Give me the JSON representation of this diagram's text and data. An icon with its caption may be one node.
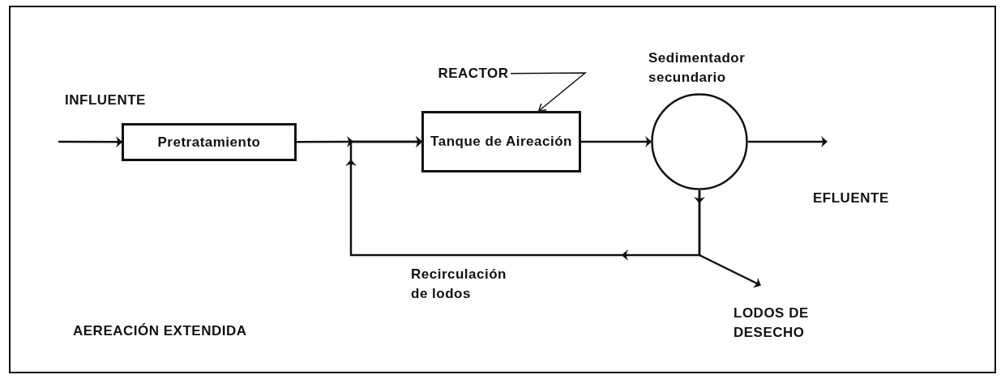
{
  "diagram": {
    "nodes": [
      {
        "text": [
          "Pretratamiento"
        ]
      },
      {
        "text": [
          "Tanque de Aireación"
        ]
      },
      {
        "text": [],
        "shape": "circle",
        "beside": [
          "Sedimentador secundario"
        ]
      },
      {
        "text": [
          "REACTOR"
        ]
      }
    ],
    "edges": [
      {
        "from": null,
        "to": 0,
        "arrow": "to"
      },
      {
        "from": 0,
        "to": 1,
        "arrow": "to"
      },
      {
        "from": 1,
        "to": 2,
        "arrow": "to"
      },
      {
        "from": 2,
        "to": null,
        "arrow": "to"
      },
      {
        "from": 2,
        "to": 1,
        "arrow": "to",
        "label": "Recirculación de lodos"
      },
      {
        "from": 2,
        "to": null,
        "arrow": "to"
      },
      {
        "from": 3,
        "to": 1,
        "arrow": "to"
      }
    ],
    "labels": [
      "INFLUENTE",
      "EFLUENTE",
      "LODOS DE DESECHO",
      "AEREACIÓN EXTENDIDA"
    ]
  }
}
